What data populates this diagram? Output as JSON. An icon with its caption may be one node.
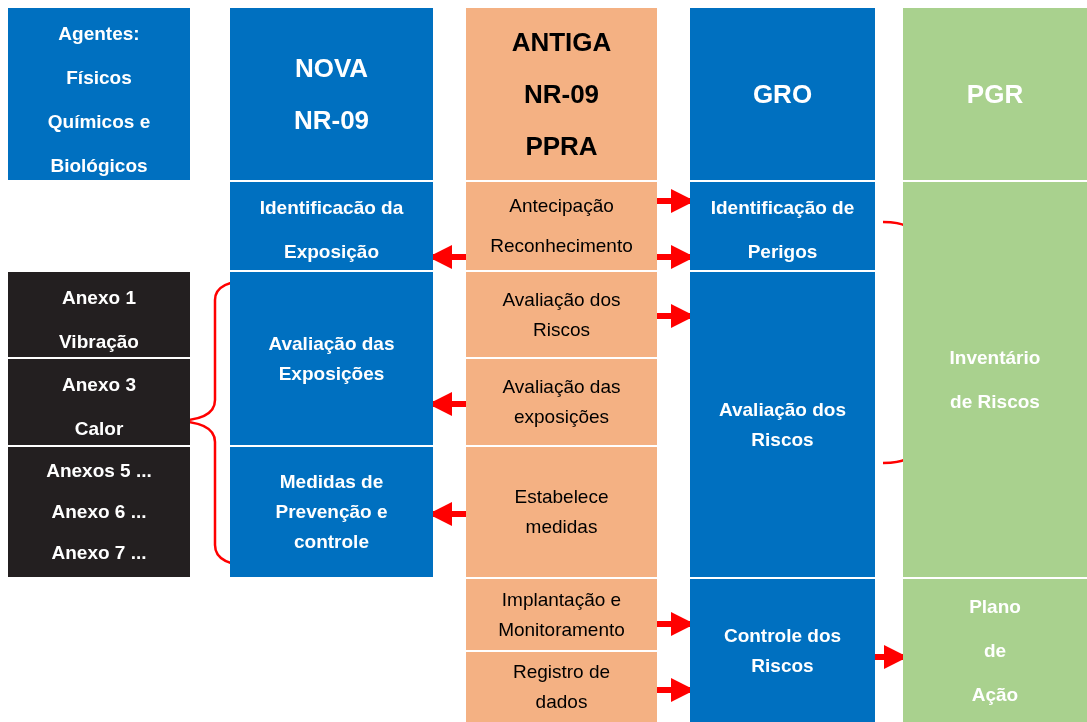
{
  "diagram": {
    "nodes": [
      {
        "text": [
          "Agentes: Físicos Químicos e Biológicos"
        ]
      },
      {
        "text": [
          "NOVA NR-09"
        ]
      },
      {
        "text": [
          "ANTIGA NR-09 PPRA"
        ]
      },
      {
        "text": [
          "GRO"
        ]
      },
      {
        "text": [
          "PGR"
        ]
      },
      {
        "text": [
          "Identificacão da Exposição"
        ]
      },
      {
        "text": [
          "Antecipação",
          "Reconhecimento"
        ]
      },
      {
        "text": [
          "Identificação de Perigos"
        ]
      },
      {
        "text": [
          "Anexo 1 Vibração"
        ]
      },
      {
        "text": [
          "Avaliação das Exposições"
        ]
      },
      {
        "text": [
          "Avaliação dos Riscos"
        ]
      },
      {
        "text": [
          "Avaliação dos Riscos"
        ]
      },
      {
        "text": [
          "Inventário de Riscos"
        ]
      },
      {
        "text": [
          "Anexo 3 Calor"
        ]
      },
      {
        "text": [
          "Avaliação das exposições"
        ]
      },
      {
        "text": [
          "Anexos 5 ...",
          "Anexo 6 ...",
          "Anexo 7 ..."
        ]
      },
      {
        "text": [
          "Medidas de Prevenção e controle"
        ]
      },
      {
        "text": [
          "Estabelece medidas"
        ]
      },
      {
        "text": [
          "Implantação e Monitoramento"
        ]
      },
      {
        "text": [
          "Controle dos Riscos"
        ]
      },
      {
        "text": [
          "Plano de Ação"
        ]
      },
      {
        "text": [
          "Registro de dados"
        ]
      }
    ],
    "edges": [
      {
        "from": 6,
        "to": 7,
        "arrow": "to",
        "color": "#ff0000"
      },
      {
        "from": 6,
        "to": 7,
        "arrow": "to",
        "color": "#ff0000"
      },
      {
        "from": 6,
        "to": 5,
        "arrow": "to",
        "color": "#ff0000"
      },
      {
        "from": 10,
        "to": 11,
        "arrow": "to",
        "color": "#ff0000"
      },
      {
        "from": 14,
        "to": 9,
        "arrow": "to",
        "color": "#ff0000"
      },
      {
        "from": 17,
        "to": 16,
        "arrow": "to",
        "color": "#ff0000"
      },
      {
        "from": 18,
        "to": 19,
        "arrow": "to",
        "color": "#ff0000"
      },
      {
        "from": 21,
        "to": 19,
        "arrow": "to",
        "color": "#ff0000"
      },
      {
        "from": 19,
        "to": 20,
        "arrow": "to",
        "color": "#ff0000"
      }
    ]
  }
}
